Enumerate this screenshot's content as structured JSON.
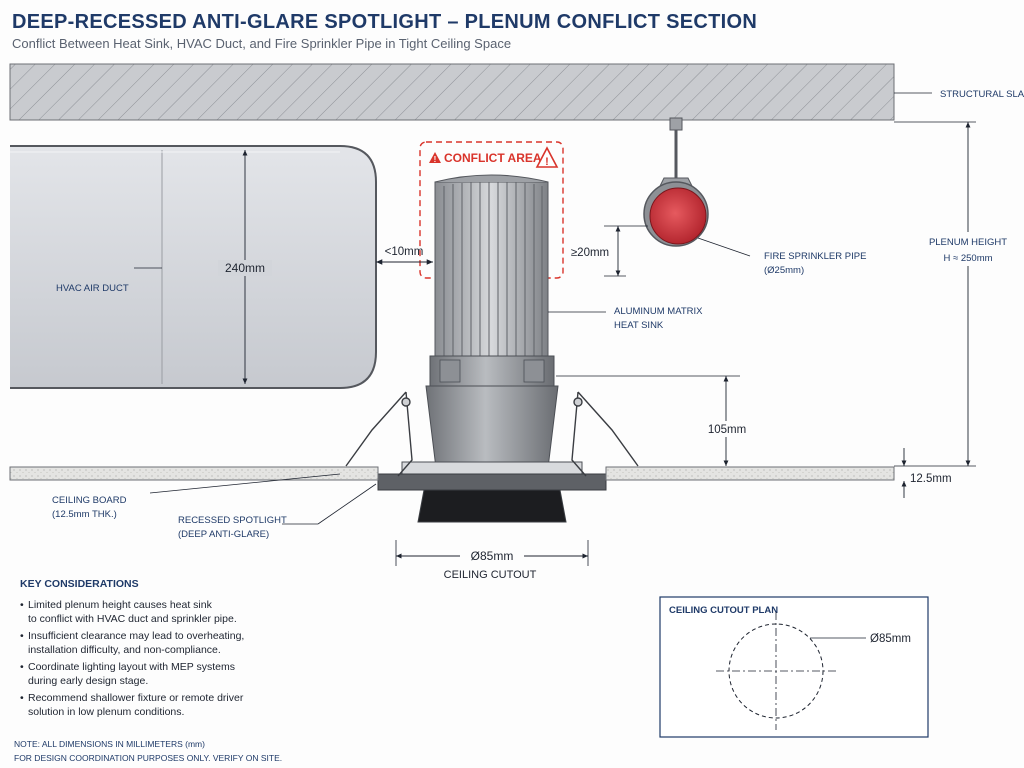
{
  "header": {
    "title": "DEEP-RECESSED ANTI-GLARE SPOTLIGHT – PLENUM CONFLICT SECTION",
    "subtitle": "Conflict Between Heat Sink, HVAC Duct, and Fire Sprinkler Pipe in Tight Ceiling Space"
  },
  "labels": {
    "structural_slab": "STRUCTURAL SLAB",
    "hvac_duct": "HVAC AIR DUCT",
    "conflict_area": "CONFLICT AREA",
    "sprinkler_line1": "FIRE SPRINKLER PIPE",
    "sprinkler_line2": "(Ø25mm)",
    "heatsink_line1": "ALUMINUM MATRIX",
    "heatsink_line2": "HEAT SINK",
    "plenum_line1": "PLENUM HEIGHT",
    "plenum_line2": "H ≈ 250mm",
    "ceiling_board_line1": "CEILING BOARD",
    "ceiling_board_line2": "(12.5mm THK.)",
    "spotlight_line1": "RECESSED SPOTLIGHT",
    "spotlight_line2": "(DEEP ANTI-GLARE)",
    "ceiling_cutout": "CEILING CUTOUT"
  },
  "dimensions": {
    "duct_height": "240mm",
    "duct_clearance": "<10mm",
    "sprinkler_clearance": "≥20mm",
    "recess_depth": "105mm",
    "board_thickness": "12.5mm",
    "cutout_diameter": "Ø85mm"
  },
  "key_considerations": {
    "title": "KEY CONSIDERATIONS",
    "items": [
      {
        "line1": "Limited plenum height causes heat sink",
        "line2": "to conflict with HVAC duct and sprinkler pipe."
      },
      {
        "line1": "Insufficient clearance may lead to overheating,",
        "line2": "installation difficulty, and non-compliance."
      },
      {
        "line1": "Coordinate lighting layout with MEP systems",
        "line2": "during early design stage."
      },
      {
        "line1": "Recommend shallower fixture or remote driver",
        "line2": "solution in low plenum conditions."
      }
    ]
  },
  "plan": {
    "title": "CEILING CUTOUT PLAN",
    "diameter": "Ø85mm"
  },
  "notes": {
    "line1": "NOTE: ALL DIMENSIONS IN MILLIMETERS (mm)",
    "line2": "FOR DESIGN COORDINATION PURPOSES ONLY. VERIFY ON SITE."
  },
  "colors": {
    "title": "#1f3a68",
    "conflict": "#d9342b",
    "sprinkler": "#d8343d",
    "slab": "#c9cbcf",
    "duct": "#d5d8dd"
  }
}
